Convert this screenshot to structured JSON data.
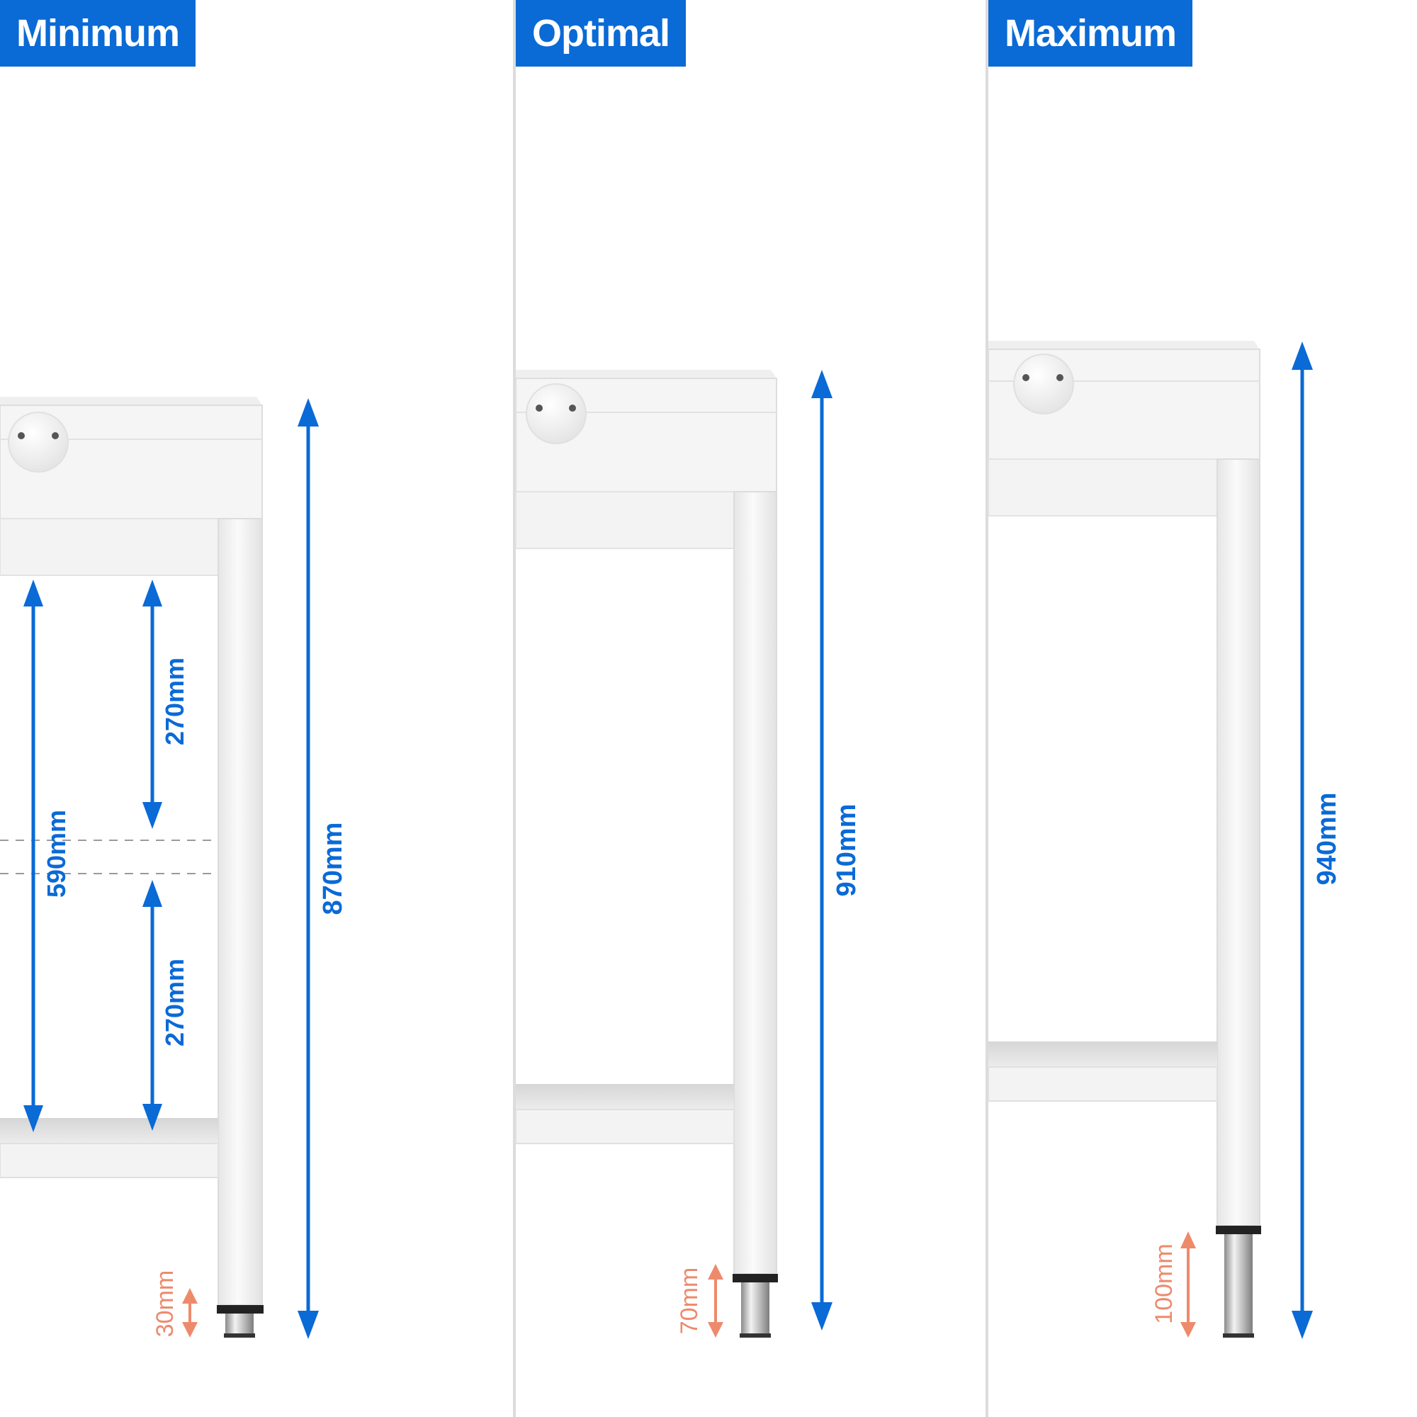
{
  "panels": [
    {
      "id": "minimum",
      "title": "Minimum",
      "total_height": "870mm",
      "inner_height": "590mm",
      "upper_gap": "270mm",
      "lower_gap": "270mm",
      "foot_adjust": "30mm"
    },
    {
      "id": "optimal",
      "title": "Optimal",
      "total_height": "910mm",
      "foot_adjust": "70mm"
    },
    {
      "id": "maximum",
      "title": "Maximum",
      "total_height": "940mm",
      "foot_adjust": "100mm"
    }
  ],
  "colors": {
    "brand_blue": "#0a6ad6",
    "accent_orange": "#ee8a6c",
    "frame_light": "#f4f4f4",
    "frame_shadow": "#d9d9d9",
    "divider": "#dcdcdc"
  }
}
